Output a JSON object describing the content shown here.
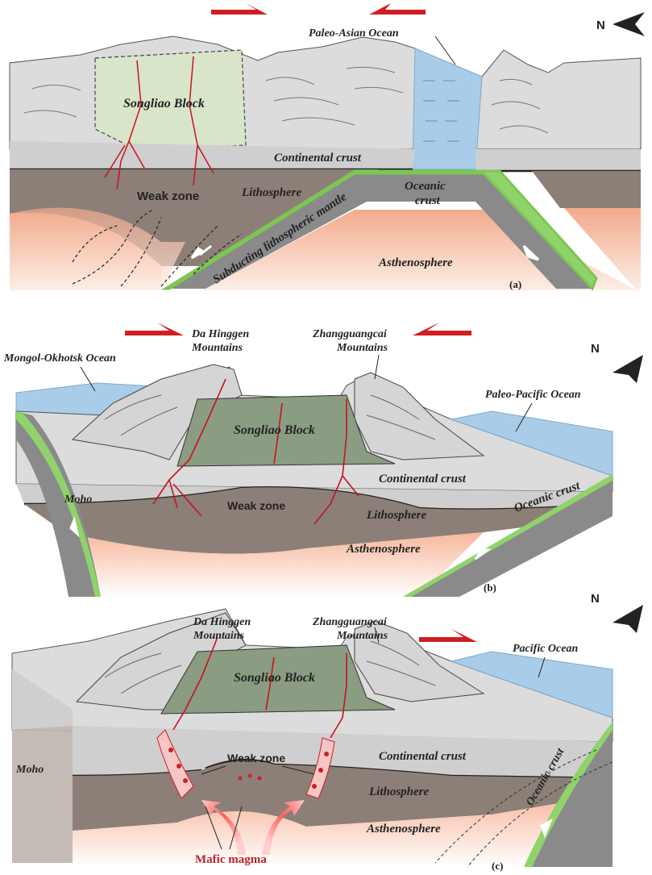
{
  "colors": {
    "continental_crust": "#cfcfcf",
    "lithosphere": "#8c7f78",
    "asthenosphere": "#f4b499",
    "asthenosphere_light": "#fde7dc",
    "oceanic_crust": "#8fd36a",
    "subducting_slab": "#8a8a8a",
    "ocean_water": "#a9cde9",
    "songliao_block_a": "#d8e6c8",
    "songliao_block_bc": "#8a9c82",
    "mountains": "#d9d9d9",
    "fault": "#c8121e",
    "arrow_red": "#d01e24",
    "moho_line": "#222222"
  },
  "panels": [
    {
      "id": "a",
      "label": "(a)",
      "north": "N",
      "labels": {
        "ocean": "Paleo-Asian Ocean",
        "block": "Songliao Block",
        "continental_crust": "Continental crust",
        "lithosphere": "Lithosphere",
        "weak_zone": "Weak zone",
        "oceanic_crust_1": "Oceanic",
        "oceanic_crust_2": "crust",
        "slab": "Subducting lithospheric mantle",
        "asthenosphere": "Asthenosphere"
      }
    },
    {
      "id": "b",
      "label": "(b)",
      "north": "N",
      "labels": {
        "ocean_left": "Mongol-Okhotsk Ocean",
        "mountain_left_1": "Da Hinggen",
        "mountain_left_2": "Mountains",
        "mountain_right_1": "Zhangguangcai",
        "mountain_right_2": "Mountains",
        "ocean_right": "Paleo-Pacific Ocean",
        "block": "Songliao Block",
        "continental_crust": "Continental crust",
        "moho": "Moho",
        "weak_zone": "Weak zone",
        "lithosphere": "Lithosphere",
        "oceanic_crust": "Oceanic crust",
        "asthenosphere": "Asthenosphere"
      }
    },
    {
      "id": "c",
      "label": "(c)",
      "north": "N",
      "labels": {
        "mountain_left_1": "Da Hinggen",
        "mountain_left_2": "Mountains",
        "mountain_right_1": "Zhangguangcai",
        "mountain_right_2": "Mountains",
        "ocean_right": "Pacific Ocean",
        "block": "Songliao Block",
        "continental_crust": "Continental crust",
        "moho": "Moho",
        "weak_zone": "Weak zone",
        "lithosphere": "Lithosphere",
        "oceanic_crust": "Oceanic crust",
        "asthenosphere": "Asthenosphere",
        "magma": "Mafic magma"
      }
    }
  ]
}
